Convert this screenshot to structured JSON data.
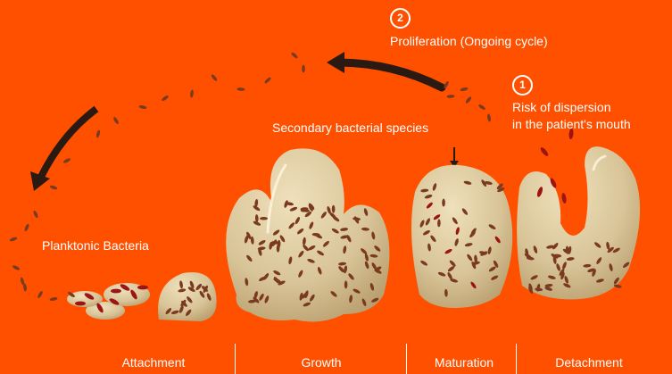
{
  "colors": {
    "background": "#ff5000",
    "biofilm": "#d9c69c",
    "biofilm_shade": "#b89c6c",
    "bacteria": "#7a3a20",
    "bacteria_red": "#9c1414",
    "arrow": "#2a1a12",
    "text": "#ffffff"
  },
  "steps": [
    {
      "number": "2",
      "label": "Proliferation (Ongoing cycle)"
    },
    {
      "number": "1",
      "label_line1": "Risk of dispersion",
      "label_line2": "in the patient's mouth"
    }
  ],
  "annotations": {
    "secondary": "Secondary bacterial species",
    "planktonic": "Planktonic Bacteria"
  },
  "stages": [
    "Attachment",
    "Growth",
    "Maturation",
    "Detachment"
  ],
  "icons": [
    "curved-arrow-icon",
    "small-arrow-icon",
    "bacterium-icon",
    "biofilm-colony-icon"
  ]
}
